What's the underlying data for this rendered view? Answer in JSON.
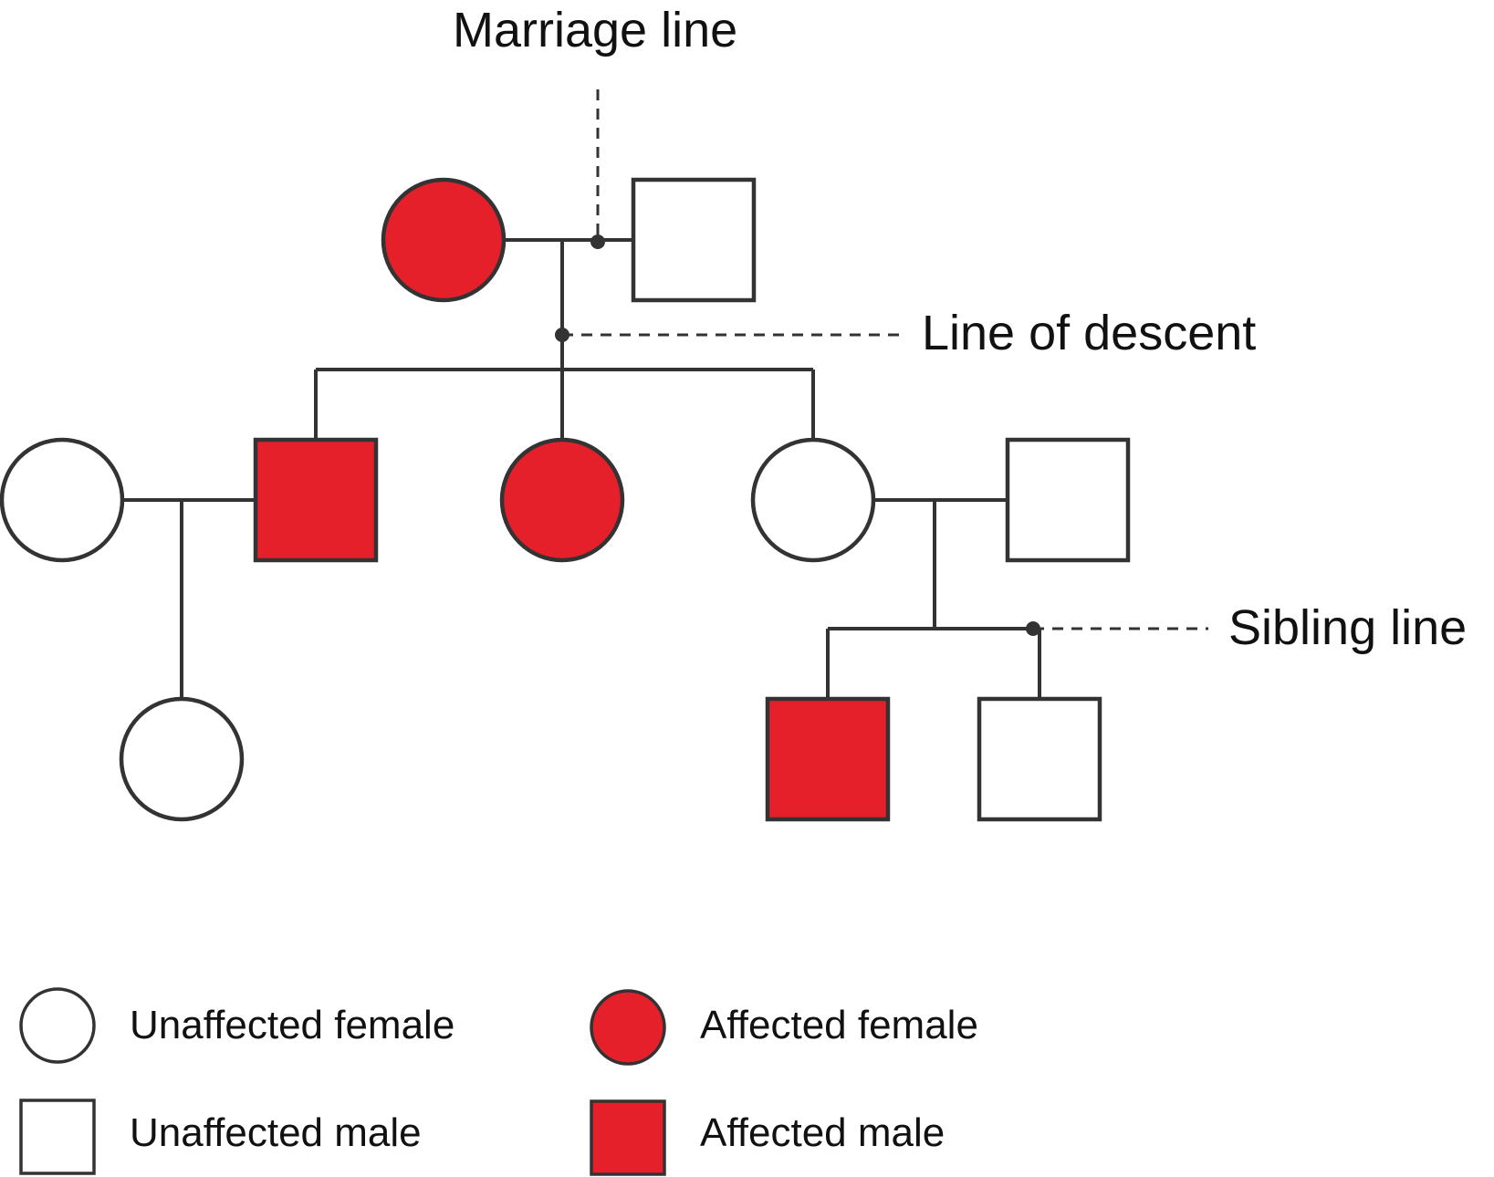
{
  "labels": {
    "marriage_line": "Marriage line",
    "line_of_descent": "Line of descent",
    "sibling_line": "Sibling line"
  },
  "legend": {
    "unaffected_female": "Unaffected female",
    "affected_female": "Affected female",
    "unaffected_male": "Unaffected male",
    "affected_male": "Affected male"
  },
  "colors": {
    "affected": "#e5202b",
    "unaffected": "#ffffff",
    "outline": "#333333"
  },
  "pedigree": {
    "generation_1": [
      {
        "sex": "female",
        "affected": true
      },
      {
        "sex": "male",
        "affected": false
      }
    ],
    "generation_2": [
      {
        "sex": "female",
        "affected": false,
        "note": "spouse"
      },
      {
        "sex": "male",
        "affected": true
      },
      {
        "sex": "female",
        "affected": true
      },
      {
        "sex": "female",
        "affected": false
      },
      {
        "sex": "male",
        "affected": false,
        "note": "spouse"
      }
    ],
    "generation_3": [
      {
        "sex": "female",
        "affected": false
      },
      {
        "sex": "male",
        "affected": true
      },
      {
        "sex": "male",
        "affected": false
      }
    ]
  }
}
